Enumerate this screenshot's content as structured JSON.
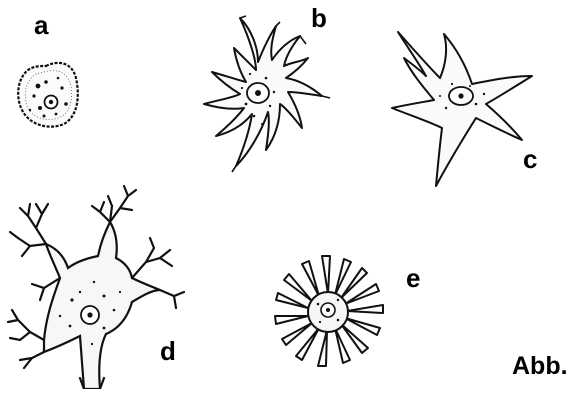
{
  "labels": {
    "a": "a",
    "b": "b",
    "c": "c",
    "d": "d",
    "e": "e"
  },
  "caption": "Abb.",
  "ink_color": "#111111",
  "paper_color": "#ffffff"
}
